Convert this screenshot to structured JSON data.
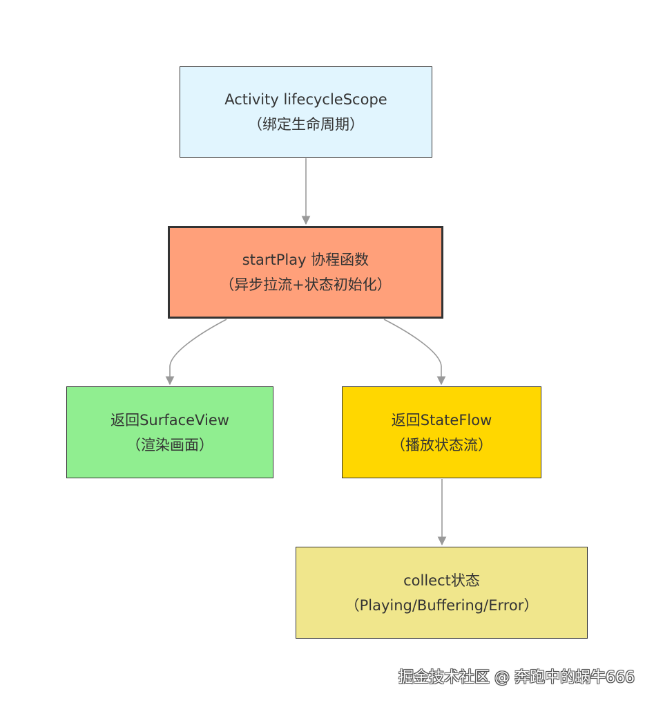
{
  "nodes": {
    "lifecycle": {
      "line1": "Activity lifecycleScope",
      "line2": "（绑定生命周期）"
    },
    "startplay": {
      "line1": "startPlay 协程函数",
      "line2": "（异步拉流+状态初始化）"
    },
    "surface": {
      "line1": "返回SurfaceView",
      "line2": "（渲染画面）"
    },
    "stateflow": {
      "line1": "返回StateFlow",
      "line2": "（播放状态流）"
    },
    "collect": {
      "line1": "collect状态",
      "line2": "（Playing/Buffering/Error）"
    }
  },
  "edges": [
    {
      "from": "lifecycle",
      "to": "startplay"
    },
    {
      "from": "startplay",
      "to": "surface"
    },
    {
      "from": "startplay",
      "to": "stateflow"
    },
    {
      "from": "stateflow",
      "to": "collect"
    }
  ],
  "colors": {
    "lifecycle_fill": "#e1f5fe",
    "startplay_fill": "#ffa07a",
    "surface_fill": "#90ee90",
    "stateflow_fill": "#ffd700",
    "collect_fill": "#f0e68c",
    "border": "#333333",
    "edge": "#999999"
  },
  "watermark": "掘金技术社区 @ 奔跑中的蜗牛666"
}
